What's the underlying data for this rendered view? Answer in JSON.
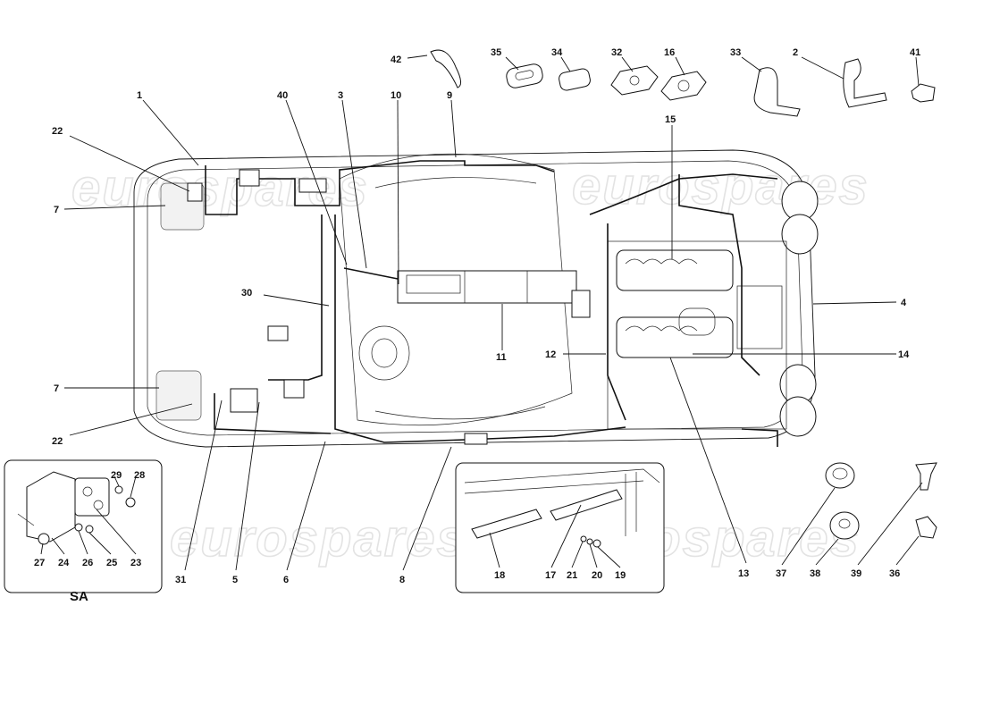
{
  "watermark": {
    "text_top_left": "eurospares",
    "text_top_right": "eurospares",
    "text_bottom_left": "eurospares",
    "text_bottom_right": "eurospares"
  },
  "inset_sa": {
    "label": "SA",
    "callouts": [
      "29",
      "28",
      "27",
      "24",
      "26",
      "25",
      "23"
    ]
  },
  "inset_rail": {
    "callouts": [
      "18",
      "17",
      "21",
      "20",
      "19"
    ]
  },
  "callouts_top_parts": [
    "42",
    "35",
    "34",
    "32",
    "16",
    "33",
    "2",
    "41"
  ],
  "callouts_main": [
    "1",
    "40",
    "3",
    "10",
    "9",
    "22",
    "7",
    "15",
    "30",
    "4",
    "11",
    "12",
    "14",
    "7",
    "22",
    "31",
    "5",
    "6",
    "8",
    "13"
  ],
  "callouts_bottom_right": [
    "37",
    "38",
    "39",
    "36"
  ]
}
